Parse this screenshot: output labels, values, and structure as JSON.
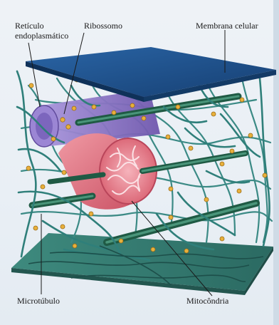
{
  "diagram": {
    "labels": {
      "reticulo_line1": "Retículo",
      "reticulo_line2": "endoplasmático",
      "ribossomo": "Ribossomo",
      "membrana": "Membrana celular",
      "microtubulo": "Microtúbulo",
      "mitocondria": "Mitocôndria"
    },
    "colors": {
      "membrane": "#1e4f86",
      "er": "#8a6fc4",
      "mitochondrion": "#e47a87",
      "microtubule": "#2f6f56",
      "filaments": "#2f7f7a",
      "ribosome": "#e0a93a"
    }
  }
}
